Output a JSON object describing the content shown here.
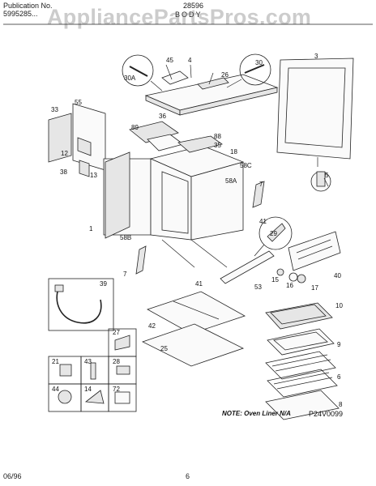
{
  "header": {
    "publication_label": "Publication No.",
    "publication_number": "5995285...",
    "model_code": "28596",
    "section_title": "BODY"
  },
  "watermark": "AppliancePartsPros.com",
  "footer": {
    "date": "06/96",
    "page": "6"
  },
  "note": "NOTE: Oven Liner N/A",
  "figure_code": "P24V0099",
  "part_labels": {
    "p45": "45",
    "p4": "4",
    "p30": "30",
    "p30a": "30A",
    "p26": "26",
    "p3": "3",
    "p33": "33",
    "p55": "55",
    "p36": "36",
    "p89": "89",
    "p88": "88",
    "p35": "35",
    "p12": "12",
    "p18": "18",
    "p58c": "58C",
    "p38": "38",
    "p13": "13",
    "p5": "5",
    "p7a": "7",
    "p58a": "58A",
    "p41a": "41",
    "p29": "29",
    "p1": "1",
    "p58b": "58B",
    "p40": "40",
    "p7b": "7",
    "p41b": "41",
    "p53": "53",
    "p15": "15",
    "p16": "16",
    "p17": "17",
    "p39": "39",
    "p10": "10",
    "p42": "42",
    "p27": "27",
    "p9": "9",
    "p25": "25",
    "p21": "21",
    "p43": "43",
    "p28": "28",
    "p6": "6",
    "p44": "44",
    "p14": "14",
    "p72": "72",
    "p8": "8"
  }
}
